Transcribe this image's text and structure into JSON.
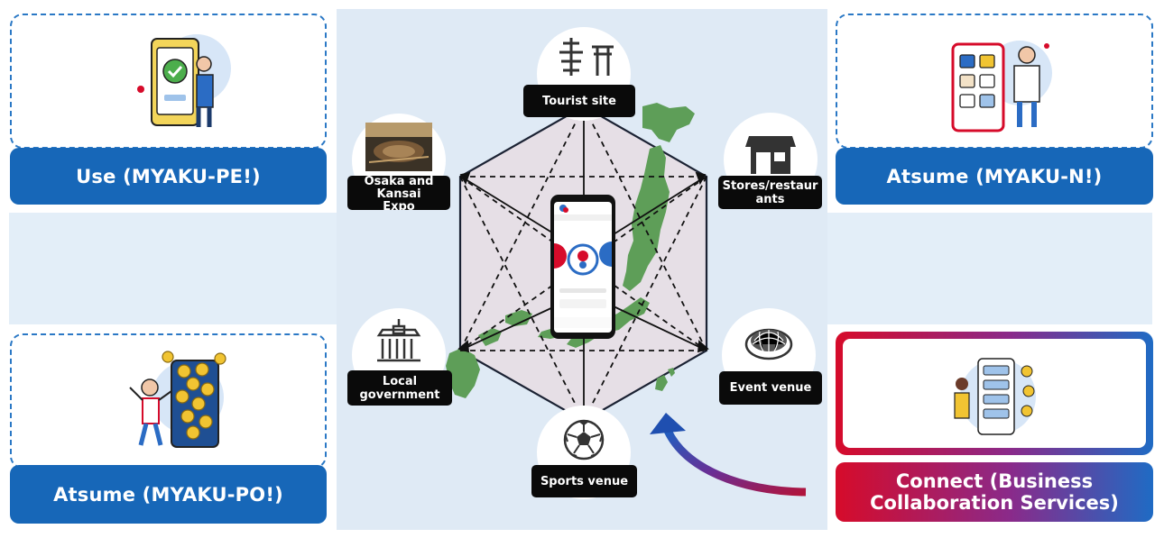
{
  "cards": {
    "use": {
      "label": "Use (MYAKU-PE!)",
      "icon": "payment-phone-illustration"
    },
    "atsume_n": {
      "label": "Atsume (MYAKU-N!)",
      "icon": "app-collection-illustration"
    },
    "atsume_po": {
      "label": "Atsume (MYAKU-PO!)",
      "icon": "coin-points-illustration"
    },
    "connect": {
      "label_line1": "Connect (Business",
      "label_line2": "Collaboration Services)",
      "icon": "business-network-illustration"
    }
  },
  "nodes": {
    "tourist": {
      "label": "Tourist site",
      "icon": "pagoda-torii-icon"
    },
    "expo": {
      "label": "Osaka and Kansai Expo venue",
      "icon": "expo-venue-photo"
    },
    "stores": {
      "label": "Stores/restaurants",
      "icon": "storefront-icon"
    },
    "government": {
      "label": "Local government",
      "icon": "government-building-icon"
    },
    "event": {
      "label": "Event venue",
      "icon": "stadium-dome-icon"
    },
    "sports": {
      "label": "Sports venue",
      "icon": "soccer-ball-icon"
    }
  },
  "colors": {
    "blue": "#1767b8",
    "red": "#d60b2a",
    "map_green": "#5e9e58",
    "hexagon_fill": "#e6dfe6",
    "band": "#e3eef8"
  }
}
